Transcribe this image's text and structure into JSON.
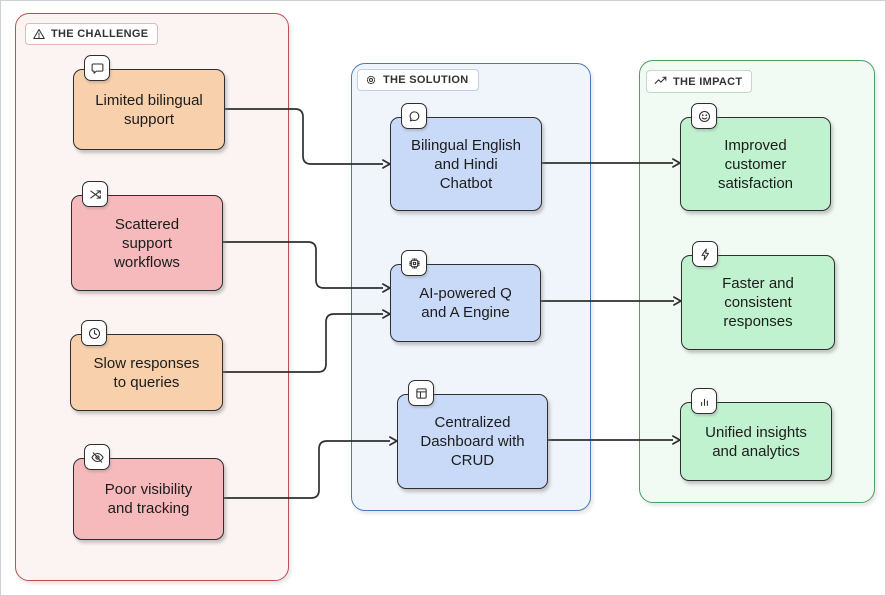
{
  "diagram": {
    "line_color": "#2f2f2f",
    "columns": [
      {
        "id": "challenge",
        "label": "THE CHALLENGE",
        "icon": "warning-triangle-icon",
        "accent_color": "#b9524e",
        "background_color": "#fcf4f3",
        "items": [
          {
            "id": "challenge-1",
            "label": "Limited bilingual\nsupport",
            "icon": "chat-square-icon",
            "fill": "#f8d0ab"
          },
          {
            "id": "challenge-2",
            "label": "Scattered\nsupport\nworkflows",
            "icon": "shuffle-icon",
            "fill": "#f6b9bc"
          },
          {
            "id": "challenge-3",
            "label": "Slow responses\nto queries",
            "icon": "clock-icon",
            "fill": "#f8d0ab"
          },
          {
            "id": "challenge-4",
            "label": "Poor visibility\nand tracking",
            "icon": "eye-off-icon",
            "fill": "#f6b9bc"
          }
        ]
      },
      {
        "id": "solution",
        "label": "THE SOLUTION",
        "icon": "gear-icon",
        "accent_color": "#4b79b7",
        "background_color": "#f0f4fb",
        "items": [
          {
            "id": "solution-1",
            "label": "Bilingual English\nand Hindi\nChatbot",
            "icon": "chat-bubble-icon",
            "fill": "#c9daf8"
          },
          {
            "id": "solution-2",
            "label": "AI-powered Q\nand A Engine",
            "icon": "cpu-icon",
            "fill": "#c9daf8"
          },
          {
            "id": "solution-3",
            "label": "Centralized\nDashboard with\nCRUD",
            "icon": "layout-icon",
            "fill": "#c9daf8"
          }
        ]
      },
      {
        "id": "impact",
        "label": "THE IMPACT",
        "icon": "trending-up-icon",
        "accent_color": "#4da05f",
        "background_color": "#f1faf3",
        "items": [
          {
            "id": "impact-1",
            "label": "Improved\ncustomer\nsatisfaction",
            "icon": "smiley-icon",
            "fill": "#c0f2cf"
          },
          {
            "id": "impact-2",
            "label": "Faster and\nconsistent\nresponses",
            "icon": "zap-icon",
            "fill": "#c0f2cf"
          },
          {
            "id": "impact-3",
            "label": "Unified insights\nand analytics",
            "icon": "bar-chart-icon",
            "fill": "#c0f2cf"
          }
        ]
      }
    ],
    "connections": [
      {
        "from": "challenge-1",
        "to": "solution-1"
      },
      {
        "from": "challenge-2",
        "to": "solution-2"
      },
      {
        "from": "challenge-3",
        "to": "solution-2"
      },
      {
        "from": "challenge-4",
        "to": "solution-3"
      },
      {
        "from": "solution-1",
        "to": "impact-1"
      },
      {
        "from": "solution-2",
        "to": "impact-2"
      },
      {
        "from": "solution-3",
        "to": "impact-3"
      }
    ]
  }
}
